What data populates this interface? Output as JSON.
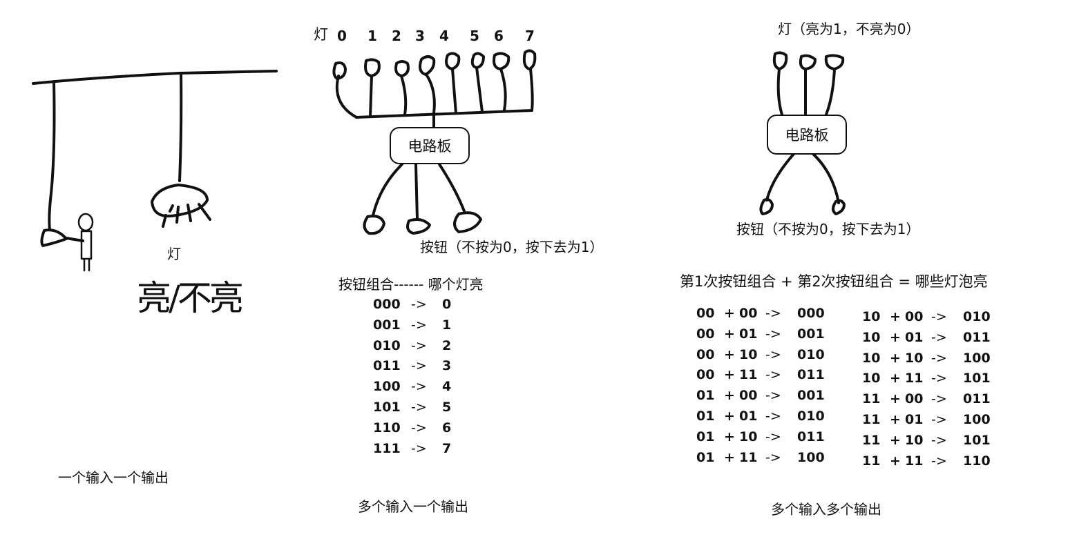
{
  "panel1": {
    "lamp_label": "灯",
    "handwritten": "亮/不亮",
    "caption": "一个输入一个输出"
  },
  "panel2": {
    "lamp_prefix": "灯",
    "lamp_numbers": [
      "0",
      "1",
      "2",
      "3",
      "4",
      "5",
      "6",
      "7"
    ],
    "board_label": "电路板",
    "button_label": "按钮（不按为0，按下去为1）",
    "table_header": "按钮组合------ 哪个灯亮",
    "rows": [
      {
        "input": "000",
        "arrow": "->",
        "output": "0"
      },
      {
        "input": "001",
        "arrow": "->",
        "output": "1"
      },
      {
        "input": "010",
        "arrow": "->",
        "output": "2"
      },
      {
        "input": "011",
        "arrow": "->",
        "output": "3"
      },
      {
        "input": "100",
        "arrow": "->",
        "output": "4"
      },
      {
        "input": "101",
        "arrow": "->",
        "output": "5"
      },
      {
        "input": "110",
        "arrow": "->",
        "output": "6"
      },
      {
        "input": "111",
        "arrow": "->",
        "output": "7"
      }
    ],
    "caption": "多个输入一个输出"
  },
  "panel3": {
    "lamp_label": "灯（亮为1，不亮为0）",
    "board_label": "电路板",
    "button_label": "按钮（不按为0，按下去为1）",
    "header": "第1次按钮组合 + 第2次按钮组合 = 哪些灯泡亮",
    "left_rows": [
      {
        "a": "00",
        "plus": "+",
        "b": "00",
        "arrow": "->",
        "r": "000"
      },
      {
        "a": "00",
        "plus": "+",
        "b": "01",
        "arrow": "->",
        "r": "001"
      },
      {
        "a": "00",
        "plus": "+",
        "b": "10",
        "arrow": "->",
        "r": "010"
      },
      {
        "a": "00",
        "plus": "+",
        "b": "11",
        "arrow": "->",
        "r": "011"
      },
      {
        "a": "01",
        "plus": "+",
        "b": "00",
        "arrow": "->",
        "r": "001"
      },
      {
        "a": "01",
        "plus": "+",
        "b": "01",
        "arrow": "->",
        "r": "010"
      },
      {
        "a": "01",
        "plus": "+",
        "b": "10",
        "arrow": "->",
        "r": "011"
      },
      {
        "a": "01",
        "plus": "+",
        "b": "11",
        "arrow": "->",
        "r": "100"
      }
    ],
    "right_rows": [
      {
        "a": "10",
        "plus": "+",
        "b": "00",
        "arrow": "->",
        "r": "010"
      },
      {
        "a": "10",
        "plus": "+",
        "b": "01",
        "arrow": "->",
        "r": "011"
      },
      {
        "a": "10",
        "plus": "+",
        "b": "10",
        "arrow": "->",
        "r": "100"
      },
      {
        "a": "10",
        "plus": "+",
        "b": "11",
        "arrow": "->",
        "r": "101"
      },
      {
        "a": "11",
        "plus": "+",
        "b": "00",
        "arrow": "->",
        "r": "011"
      },
      {
        "a": "11",
        "plus": "+",
        "b": "01",
        "arrow": "->",
        "r": "100"
      },
      {
        "a": "11",
        "plus": "+",
        "b": "10",
        "arrow": "->",
        "r": "101"
      },
      {
        "a": "11",
        "plus": "+",
        "b": "11",
        "arrow": "->",
        "r": "110"
      }
    ],
    "caption": "多个输入多个输出"
  }
}
